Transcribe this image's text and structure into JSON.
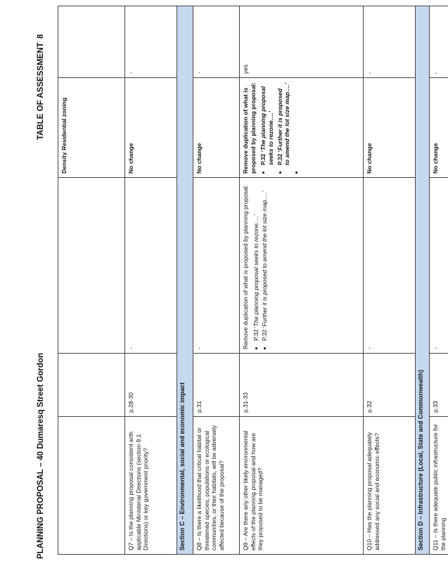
{
  "header": {
    "title": "PLANNING PROPOSAL – 40 Dumaresq Street Gordon",
    "section_title": "TABLE OF ASSESSMENT",
    "page_number": "8"
  },
  "table": {
    "top_row": {
      "c4": "Density Residential zoning"
    },
    "q7": {
      "question": "Q7 – Is the planning proposal consistent with applicable Ministerial Directions (section 9.1 Directions) or key government priority?",
      "page": "p.28-30",
      "change": "-",
      "summary": "No change",
      "yes": "-"
    },
    "section_c": "Section C – Environmental, social and economic impact",
    "q8": {
      "question": "Q8 – Is there a likelihood that critical habitat or threatened species, populations or ecological communities, or their habitats, will be adversely affected because of the proposal?",
      "page": "p.31",
      "change": "-",
      "summary": "No change",
      "yes": "-"
    },
    "q9": {
      "question": "Q9 – Are there any other likely environmental effects of the planning proposal and how are they proposed to be managed?",
      "page": "p.31-33",
      "change_intro": "Remove duplication of what is proposed by planning proposal:",
      "change_b1_pre": "P.32 ‘",
      "change_b1_it": "The planning proposal seeks to rezone….’",
      "change_b2_pre": "P.32 ‘",
      "change_b2_it": "Further it is proposed to amend the lot size map….’",
      "summary_intro": "Remove duplication of what is proposed by planning proposal:",
      "summary_b1_pre": "P.32 ‘",
      "summary_b1_it": "The planning proposal seeks to rezone….’",
      "summary_b2_pre": "P.32 ‘",
      "summary_b2_it": "Further it is proposed to amend the lot size map….’",
      "yes": "yes"
    },
    "q10": {
      "question": "Q10 – Has the planning proposal adequately addressed any social and economic effects?",
      "page": "p.32",
      "change": "-",
      "summary": "No change",
      "yes": "-"
    },
    "section_d": "Section D – Infrastructure (Local, State and Commonwealth)",
    "q11": {
      "question": "Q11 – Is there adequate public infrastructure for the planning",
      "page": "p.33",
      "change": "-",
      "summary": "No change",
      "yes": "-"
    }
  }
}
